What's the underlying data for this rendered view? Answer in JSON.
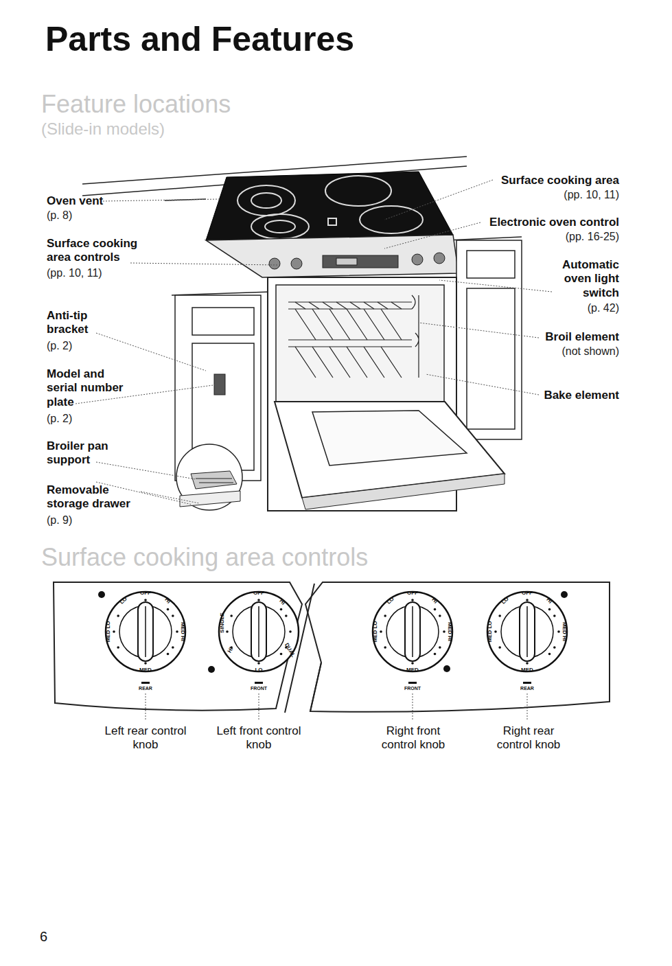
{
  "diagram": {
    "title": "Parts and Features",
    "nodes": [
      {
        "text": [
          "OFF",
          "LO",
          "HI",
          "MED LO",
          "MED HI",
          "MED"
        ]
      },
      {
        "text": [
          "OFF",
          "SINGLE",
          "HI",
          "HI",
          "DUAL",
          "LO"
        ]
      },
      {
        "text": [
          "OFF",
          "LO",
          "HI",
          "MED LO",
          "MED HI",
          "MED"
        ]
      },
      {
        "text": [
          "OFF",
          "LO",
          "HI",
          "MED LO",
          "MED HI",
          "MED"
        ]
      }
    ],
    "labels": [
      "Feature locations",
      "(Slide-in models)",
      "Oven vent",
      "(p. 8)",
      "Surface cooking area controls",
      "(pp. 10, 11)",
      "Anti-tip bracket",
      "(p. 2)",
      "Model and serial number plate",
      "(p. 2)",
      "Broiler pan support",
      "Removable storage drawer",
      "(p. 9)",
      "Surface cooking area",
      "(pp. 10, 11)",
      "Electronic oven control",
      "(pp. 16-25)",
      "Automatic oven light switch",
      "(p. 42)",
      "Broil element",
      "(not shown)",
      "Bake element",
      "Surface cooking area controls",
      "REAR",
      "FRONT",
      "FRONT",
      "REAR",
      "Left rear control knob",
      "Left front control knob",
      "Right front control knob",
      "Right rear control knob",
      "6"
    ]
  }
}
